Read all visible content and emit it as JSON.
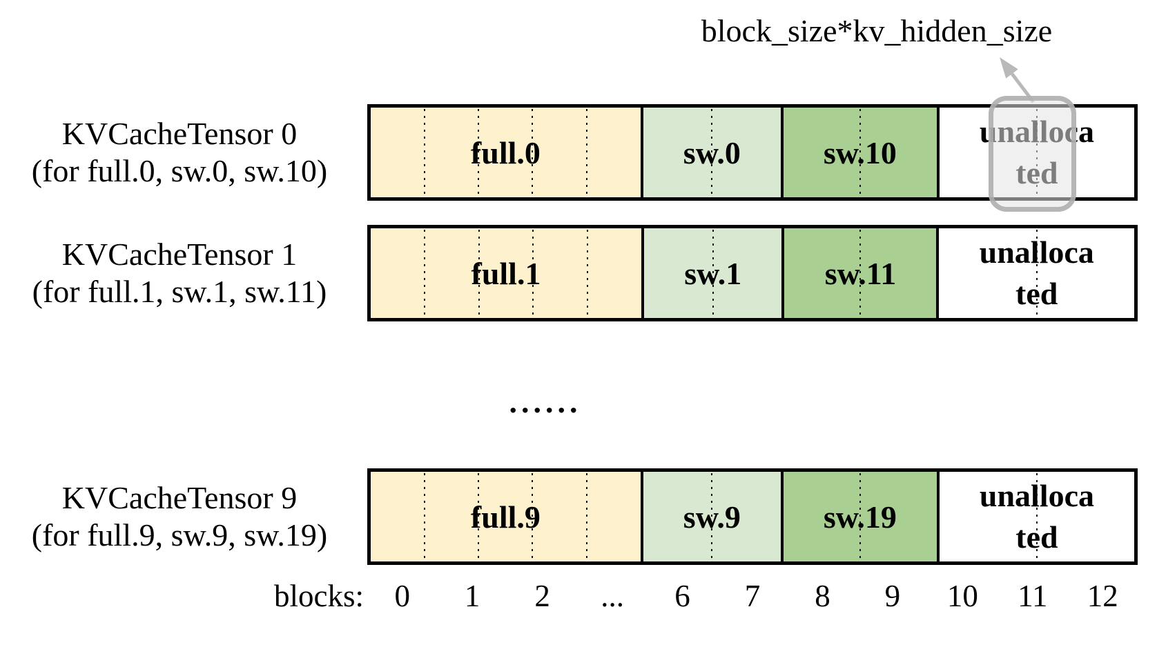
{
  "annotation": {
    "label": "block_size*kv_hidden_size"
  },
  "rows": [
    {
      "title": "KVCacheTensor 0",
      "subtitle": "(for full.0, sw.0, sw.10)",
      "segments": {
        "full": "full.0",
        "sw_a": "sw.0",
        "sw_b": "sw.10",
        "unalloc_line1": "unalloca",
        "unalloc_line2": "ted"
      }
    },
    {
      "title": "KVCacheTensor 1",
      "subtitle": "(for full.1, sw.1, sw.11)",
      "segments": {
        "full": "full.1",
        "sw_a": "sw.1",
        "sw_b": "sw.11",
        "unalloc_line1": "unalloca",
        "unalloc_line2": "ted"
      }
    },
    {
      "title": "KVCacheTensor 9",
      "subtitle": "(for full.9, sw.9, sw.19)",
      "segments": {
        "full": "full.9",
        "sw_a": "sw.9",
        "sw_b": "sw.19",
        "unalloc_line1": "unalloca",
        "unalloc_line2": "ted"
      }
    }
  ],
  "mid_ellipsis": "......",
  "axis": {
    "caption": "blocks:",
    "ticks": [
      "0",
      "1",
      "2",
      "...",
      "6",
      "7",
      "8",
      "9",
      "10",
      "11",
      "12"
    ]
  },
  "colors": {
    "full_segment": "#FDF1CE",
    "sw_a_segment": "#D9E8D1",
    "sw_b_segment": "#A9CF92",
    "unallocated_segment": "#FFFFFF",
    "border": "#000000",
    "highlight_fill": "#E4E4E4",
    "highlight_border": "#ACACAC",
    "arrow": "#B9B9B9"
  }
}
